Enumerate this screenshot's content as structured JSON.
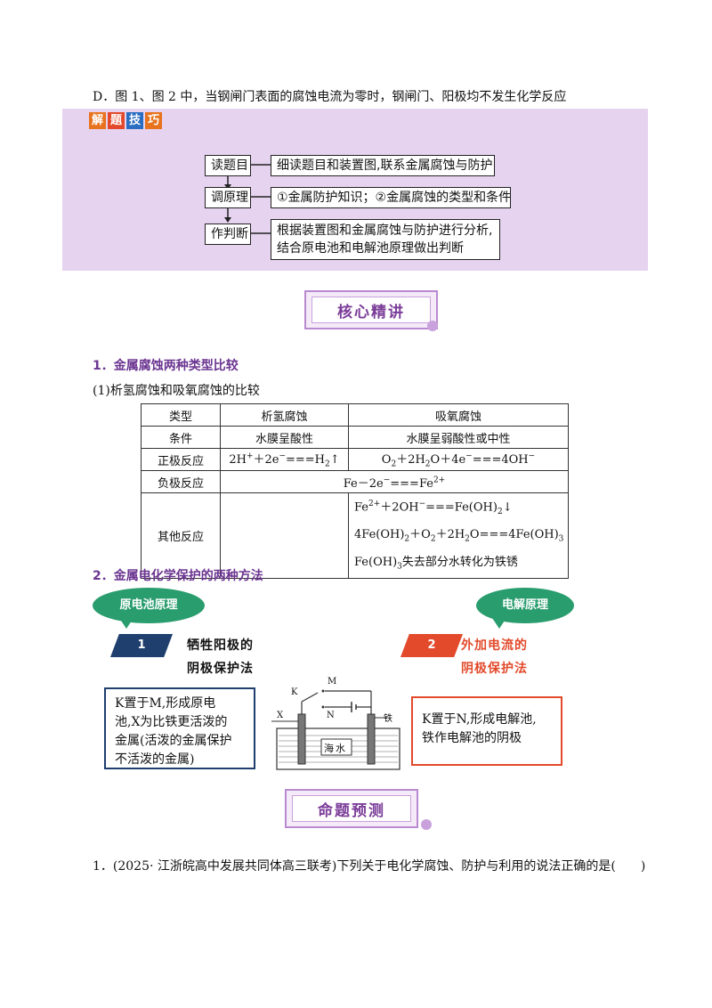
{
  "option_d": "D．图 1、图 2 中，当钢闸门表面的腐蚀电流为零时，钢闸门、阳极均不发生化学反应",
  "tips": {
    "badges": [
      "解",
      "题",
      "技",
      "巧"
    ],
    "badge_colors": [
      "#e8731f",
      "#e24a2b",
      "#2a6ec1",
      "#e8731f"
    ],
    "steps": [
      {
        "label": "读题目",
        "text": "细读题目和装置图,联系金属腐蚀与防护"
      },
      {
        "label": "调原理",
        "text": "①金属防护知识；②金属腐蚀的类型和条件"
      },
      {
        "label": "作判断",
        "text_line1": "根据装置图和金属腐蚀与防护进行分析,",
        "text_line2": "结合原电池和电解池原理做出判断"
      }
    ]
  },
  "banner1": "核心精讲",
  "section1": {
    "heading": "1．金属腐蚀两种类型比较",
    "subheading": "(1)析氢腐蚀和吸氧腐蚀的比较",
    "table": {
      "header": [
        "类型",
        "析氢腐蚀",
        "吸氧腐蚀"
      ],
      "condition": [
        "条件",
        "水膜呈酸性",
        "水膜呈弱酸性或中性"
      ],
      "positive_label": "正极反应",
      "negative_label": "负极反应",
      "other_label": "其他反应",
      "other_line3_tail": "失去部分水转化为铁锈"
    }
  },
  "section2": {
    "heading": "2．金属电化学保护的两种方法",
    "left": {
      "bubble": "原电池原理",
      "number": "1",
      "method_line1": "牺牲阳极的",
      "method_line2": "阴极保护法",
      "desc": [
        "K置于M,形成原电",
        "池,X为比铁更活泼的",
        "金属(活泼的金属保护",
        "不活泼的金属)"
      ]
    },
    "right": {
      "bubble": "电解原理",
      "number": "2",
      "method_line1": "外加电流的",
      "method_line2": "阴极保护法",
      "desc": [
        "K置于N,形成电解池,",
        "铁作电解池的阴极"
      ]
    },
    "diagram": {
      "M": "M",
      "K": "K",
      "N": "N",
      "X": "X",
      "iron": "铁",
      "seawater": "海水"
    }
  },
  "banner2": "命题预测",
  "question1": "1．(2025· 江浙皖高中发展共同体高三联考)下列关于电化学腐蚀、防护与利用的说法正确的是(　　)"
}
